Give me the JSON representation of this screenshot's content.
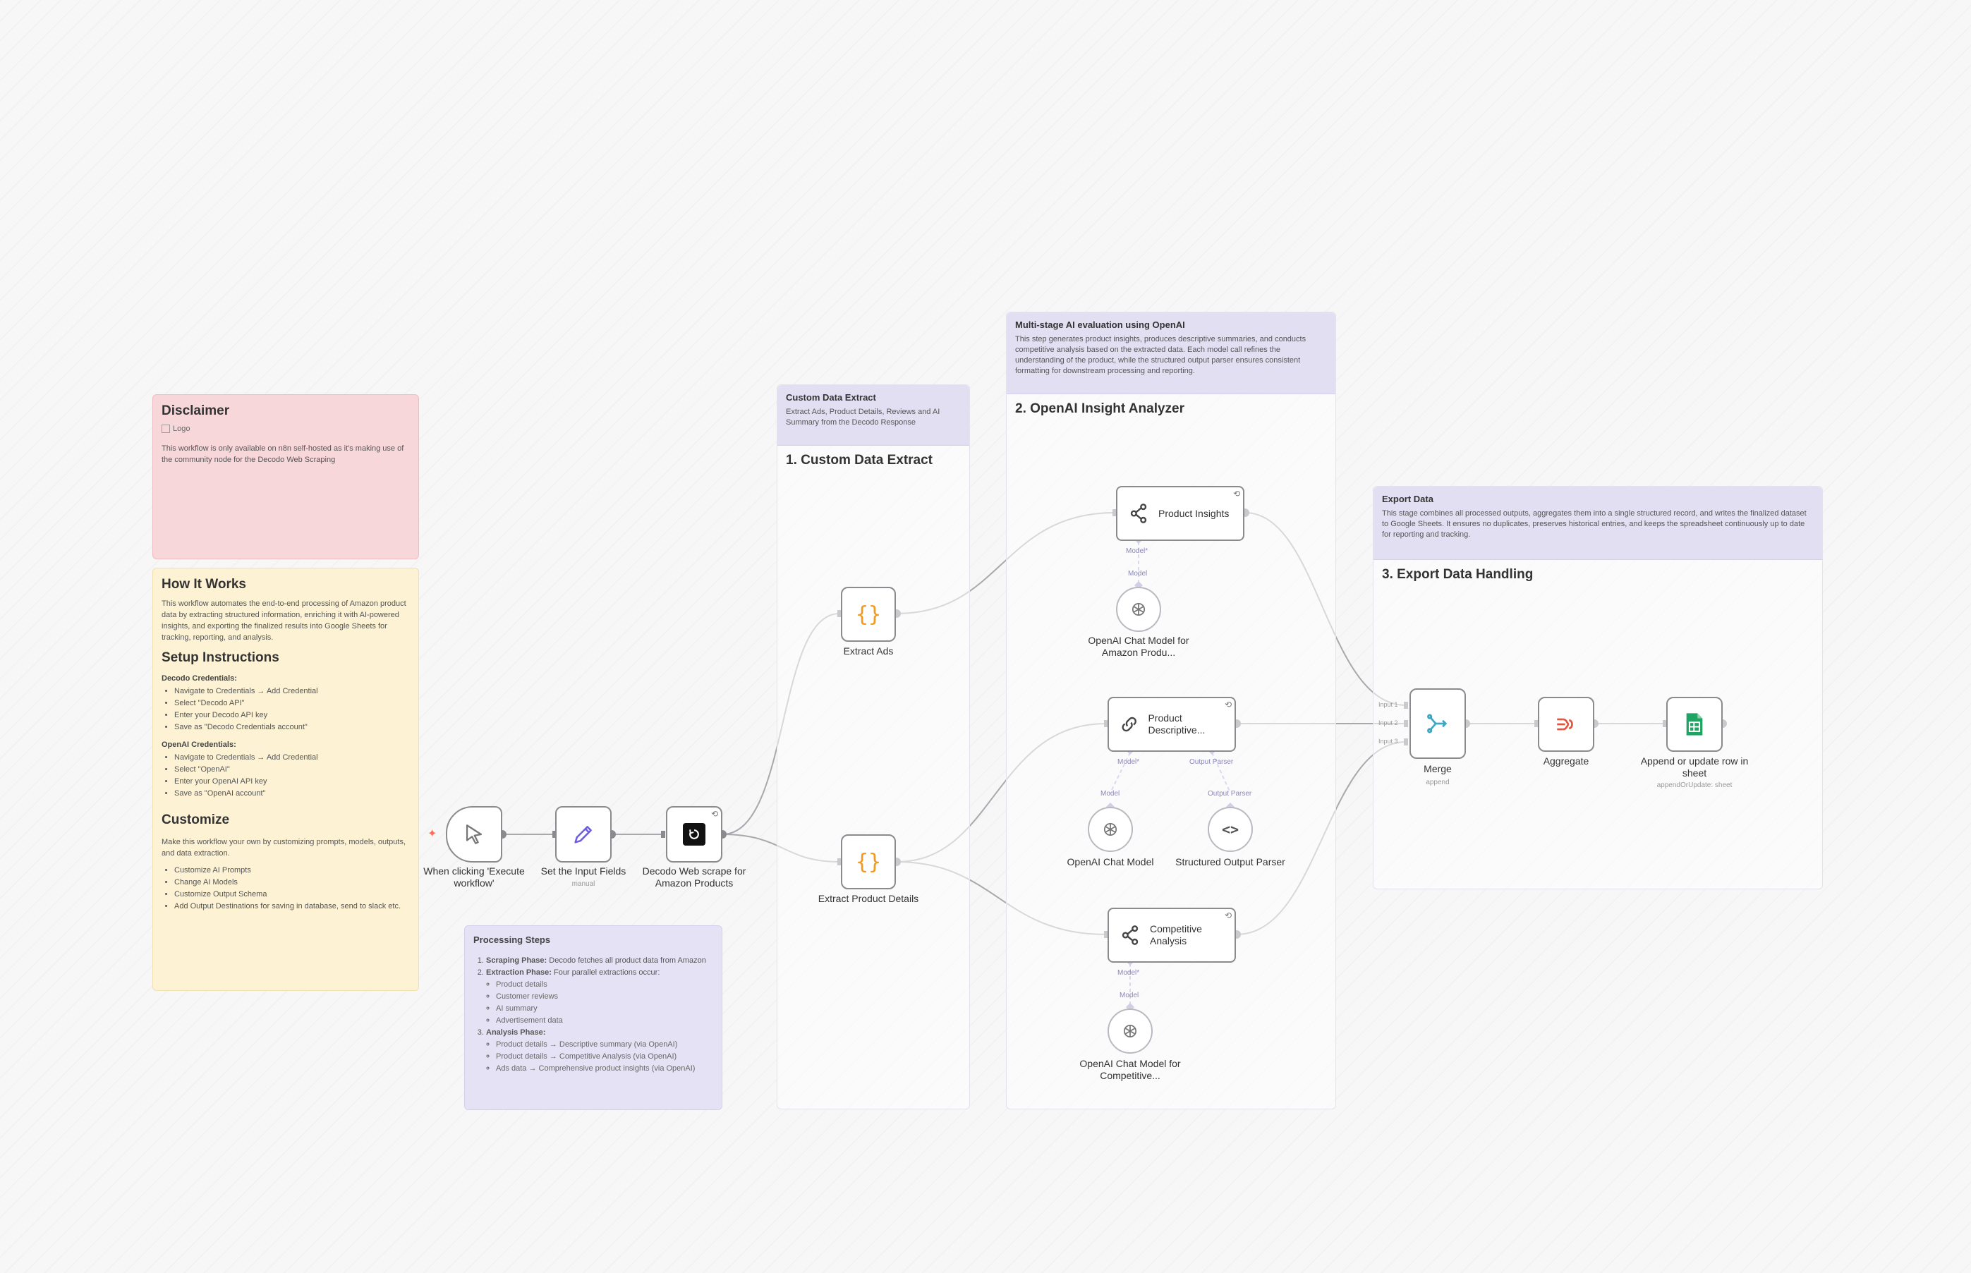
{
  "disclaimer": {
    "title": "Disclaimer",
    "logo_alt": "Logo",
    "text": "This workflow is only available on n8n self-hosted as it's making use of the community node for the Decodo Web Scraping"
  },
  "how": {
    "title": "How It Works",
    "text": "This workflow automates the end-to-end processing of Amazon product data by extracting structured information, enriching it with AI-powered insights, and exporting the finalized results into Google Sheets for tracking, reporting, and analysis.",
    "setup_title": "Setup Instructions",
    "decodo_head": "Decodo Credentials:",
    "decodo_items": [
      "Navigate to Credentials → Add Credential",
      "Select \"Decodo API\"",
      "Enter your Decodo API key",
      "Save as \"Decodo Credentials account\""
    ],
    "openai_head": "OpenAI Credentials:",
    "openai_items": [
      "Navigate to Credentials → Add Credential",
      "Select \"OpenAI\"",
      "Enter your OpenAI API key",
      "Save as \"OpenAI account\""
    ],
    "customize_title": "Customize",
    "customize_text": "Make this workflow your own by customizing prompts, models, outputs, and data extraction.",
    "customize_items": [
      "Customize AI Prompts",
      "Change AI Models",
      "Customize Output Schema",
      "Add Output Destinations for saving in database, send to slack etc."
    ]
  },
  "processing": {
    "title": "Processing Steps",
    "s1_bold": "Scraping Phase:",
    "s1_text": " Decodo fetches all product data from Amazon",
    "s2_bold": "Extraction Phase:",
    "s2_text": " Four parallel extractions occur:",
    "s2_items": [
      "Product details",
      "Customer reviews",
      "AI summary",
      "Advertisement data"
    ],
    "s3_bold": "Analysis Phase:",
    "s3_items": [
      "Product details → Descriptive summary (via OpenAI)",
      "Product details → Competitive Analysis (via OpenAI)",
      "Ads data → Comprehensive product insights (via OpenAI)"
    ]
  },
  "frame1": {
    "head_title": "Custom Data Extract",
    "head_text": "Extract Ads, Product Details, Reviews and AI Summary from the Decodo Response",
    "title": "1. Custom Data Extract"
  },
  "frame2": {
    "head_title": "Multi-stage AI evaluation using OpenAI",
    "head_text": "This step generates product insights, produces descriptive summaries, and conducts competitive analysis based on the extracted data. Each model call refines the understanding of the product, while the structured output parser ensures consistent formatting for downstream processing and reporting.",
    "title": "2. OpenAI Insight Analyzer"
  },
  "frame3": {
    "head_title": "Export Data",
    "head_text": "This stage combines all processed outputs, aggregates them into a single structured record, and writes the finalized dataset to Google Sheets. It ensures no duplicates, preserves historical entries, and keeps the spreadsheet continuously up to date for reporting and tracking.",
    "title": "3. Export Data Handling"
  },
  "nodes": {
    "trigger": "When clicking 'Execute workflow'",
    "set": "Set the Input Fields",
    "set_sub": "manual",
    "decodo": "Decodo Web scrape for Amazon Products",
    "extract_ads": "Extract Ads",
    "extract_details": "Extract Product Details",
    "insights": "Product Insights",
    "descriptive": "Product Descriptive...",
    "competitive": "Competitive Analysis",
    "chat1": "OpenAI Chat Model for Amazon Produ...",
    "chat2": "OpenAI Chat Model",
    "parser": "Structured Output Parser",
    "chat3": "OpenAI Chat Model for Competitive...",
    "merge": "Merge",
    "merge_sub": "append",
    "aggregate": "Aggregate",
    "sheets": "Append or update row in sheet",
    "sheets_sub": "appendOrUpdate: sheet"
  },
  "ports": {
    "model_star": "Model*",
    "model": "Model",
    "output_parser": "Output Parser",
    "input1": "Input 1",
    "input2": "Input 2",
    "input3": "Input 3"
  },
  "icons": {
    "trigger": "cursor-icon",
    "set": "pencil-icon",
    "decodo": "decodo-logo-icon",
    "code": "braces-icon",
    "ai": "ai-chain-icon",
    "link": "link-icon",
    "openai": "openai-icon",
    "parser": "code-brackets-icon",
    "merge": "merge-icon",
    "aggregate": "aggregate-icon",
    "sheets": "google-sheets-icon"
  },
  "colors": {
    "accent": "#ff6d5a",
    "code_orange": "#f29a1f",
    "merge_teal": "#3aa7c4",
    "aggregate_red": "#e5533d",
    "sheets_green": "#1fa463",
    "pencil_purple": "#6c5ce7"
  }
}
